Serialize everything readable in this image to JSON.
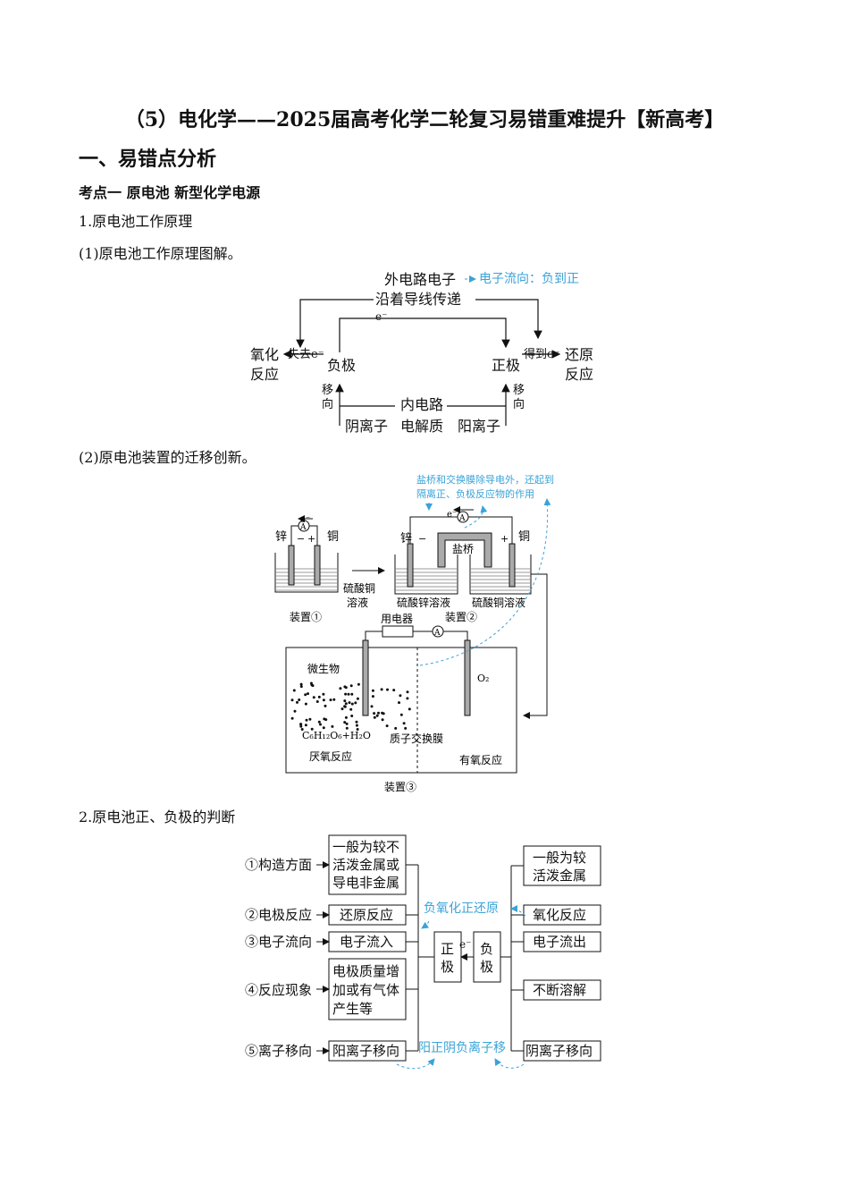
{
  "title": "（5）电化学——2025届高考化学二轮复习易错重难提升【新高考】",
  "section1": "一、易错点分析",
  "kaodian": "考点一  原电池   新型化学电源",
  "p1": "1.原电池工作原理",
  "p1_1": "(1)原电池工作原理图解。",
  "p1_2": "(2)原电池装置的迁移创新。",
  "p2": "2.原电池正、负极的判断",
  "fig1": {
    "outer1": "外电路电子",
    "outer2": "沿着导线传递",
    "note": "电子流向：负到正",
    "e": "e⁻",
    "ox1": "氧化",
    "ox2": "反应",
    "lose": "失去e⁻",
    "neg": "负极",
    "pos": "正极",
    "gain": "得到e⁻",
    "red1": "还原",
    "red2": "反应",
    "move1": "移",
    "move2": "向",
    "inner1": "内电路",
    "inner2": "电解质",
    "anion": "阴离子",
    "cation": "阳离子"
  },
  "fig2": {
    "note1": "盐桥和交换膜除导电外，还起到",
    "note2": "隔离正、负极反应物的作用",
    "e": "e⁻",
    "A": "A",
    "zn": "锌",
    "cu": "铜",
    "minus": "−",
    "plus": "+",
    "cuso4_1": "硫酸铜",
    "cuso4_2": "溶液",
    "dev1": "装置①",
    "saltbridge": "盐桥",
    "znso4": "硫酸锌溶液",
    "cuso4": "硫酸铜溶液",
    "dev2": "装置②",
    "load": "用电器",
    "microbe": "微生物",
    "o2": "O₂",
    "glucose": "C₆H₁₂O₆+H₂O",
    "membrane": "质子交换膜",
    "anaerobic": "厌氧反应",
    "aerobic": "有氧反应",
    "dev3": "装置③"
  },
  "fig3": {
    "r1": "①构造方面",
    "r2": "②电极反应",
    "r3": "③电子流向",
    "r4": "④反应现象",
    "r5": "⑤离子移向",
    "pos_c1": [
      "一般为较不",
      "活泼金属或",
      "导电非金属"
    ],
    "pos_c2": "还原反应",
    "pos_c3": "电子流入",
    "pos_c4": [
      "电极质量增",
      "加或有气体",
      "产生等"
    ],
    "pos_c5": "阳离子移向",
    "pos_label": [
      "正",
      "极"
    ],
    "e": "e⁻",
    "neg_label": [
      "负",
      "极"
    ],
    "neg_c1": [
      "一般为较",
      "活泼金属"
    ],
    "neg_c2": "氧化反应",
    "neg_c3": "电子流出",
    "neg_c4": "不断溶解",
    "neg_c5": "阴离子移向",
    "note_top": "负氧化正还原",
    "note_bottom": "阳正阴负离子移"
  }
}
